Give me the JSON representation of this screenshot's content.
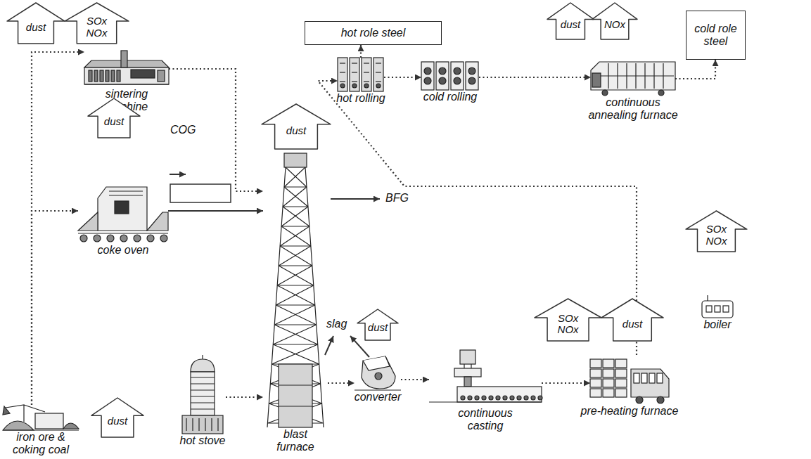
{
  "diagram": {
    "nodes": [
      {
        "text": [
          "dust"
        ]
      },
      {
        "text": [
          "SOx NOx"
        ]
      },
      {
        "text": [
          "hot role steel"
        ]
      },
      {
        "text": [
          "dust"
        ]
      },
      {
        "text": [
          "NOx"
        ]
      },
      {
        "text": [
          "cold role steel"
        ]
      },
      {
        "text": [
          "sintering machine"
        ]
      },
      {
        "text": [
          "hot rolling"
        ]
      },
      {
        "text": [
          "cold rolling"
        ]
      },
      {
        "text": [
          "continuous annealing furnace"
        ]
      },
      {
        "text": [
          "dust"
        ]
      },
      {
        "text": [
          "dust"
        ]
      },
      {
        "text": [
          "coke oven"
        ]
      },
      {
        "text": [
          "blast furnace"
        ]
      },
      {
        "text": [
          "SOx NOx"
        ]
      },
      {
        "text": [
          "boiler"
        ]
      },
      {
        "text": [
          "dust"
        ]
      },
      {
        "text": [
          "SOx NOx"
        ]
      },
      {
        "text": [
          "dust"
        ]
      },
      {
        "text": [
          "converter"
        ]
      },
      {
        "text": [
          "continuous casting"
        ]
      },
      {
        "text": [
          "pre-heating furnace"
        ]
      },
      {
        "text": [
          "iron ore & coking coal"
        ]
      },
      {
        "text": [
          "dust"
        ]
      },
      {
        "text": [
          "hot stove"
        ]
      }
    ],
    "edges": [
      {
        "from": 22,
        "to": 6,
        "arrow": "to"
      },
      {
        "from": 22,
        "to": 12,
        "arrow": "to"
      },
      {
        "from": 6,
        "to": 13,
        "arrow": "to"
      },
      {
        "from": 12,
        "to": 13,
        "arrow": "to"
      },
      {
        "from": 24,
        "to": 13,
        "arrow": "to"
      },
      {
        "from": 13,
        "to": 19,
        "arrow": "to"
      },
      {
        "from": 19,
        "to": 20,
        "arrow": "to"
      },
      {
        "from": 20,
        "to": 21,
        "arrow": "to"
      },
      {
        "from": 21,
        "to": 7,
        "arrow": "to"
      },
      {
        "from": 7,
        "to": 2,
        "arrow": "to"
      },
      {
        "from": 7,
        "to": 8,
        "arrow": "to"
      },
      {
        "from": 8,
        "to": 9,
        "arrow": "to"
      },
      {
        "from": 9,
        "to": 5,
        "arrow": "to"
      }
    ],
    "labels": [
      "COG",
      "BFG",
      "slag"
    ]
  }
}
